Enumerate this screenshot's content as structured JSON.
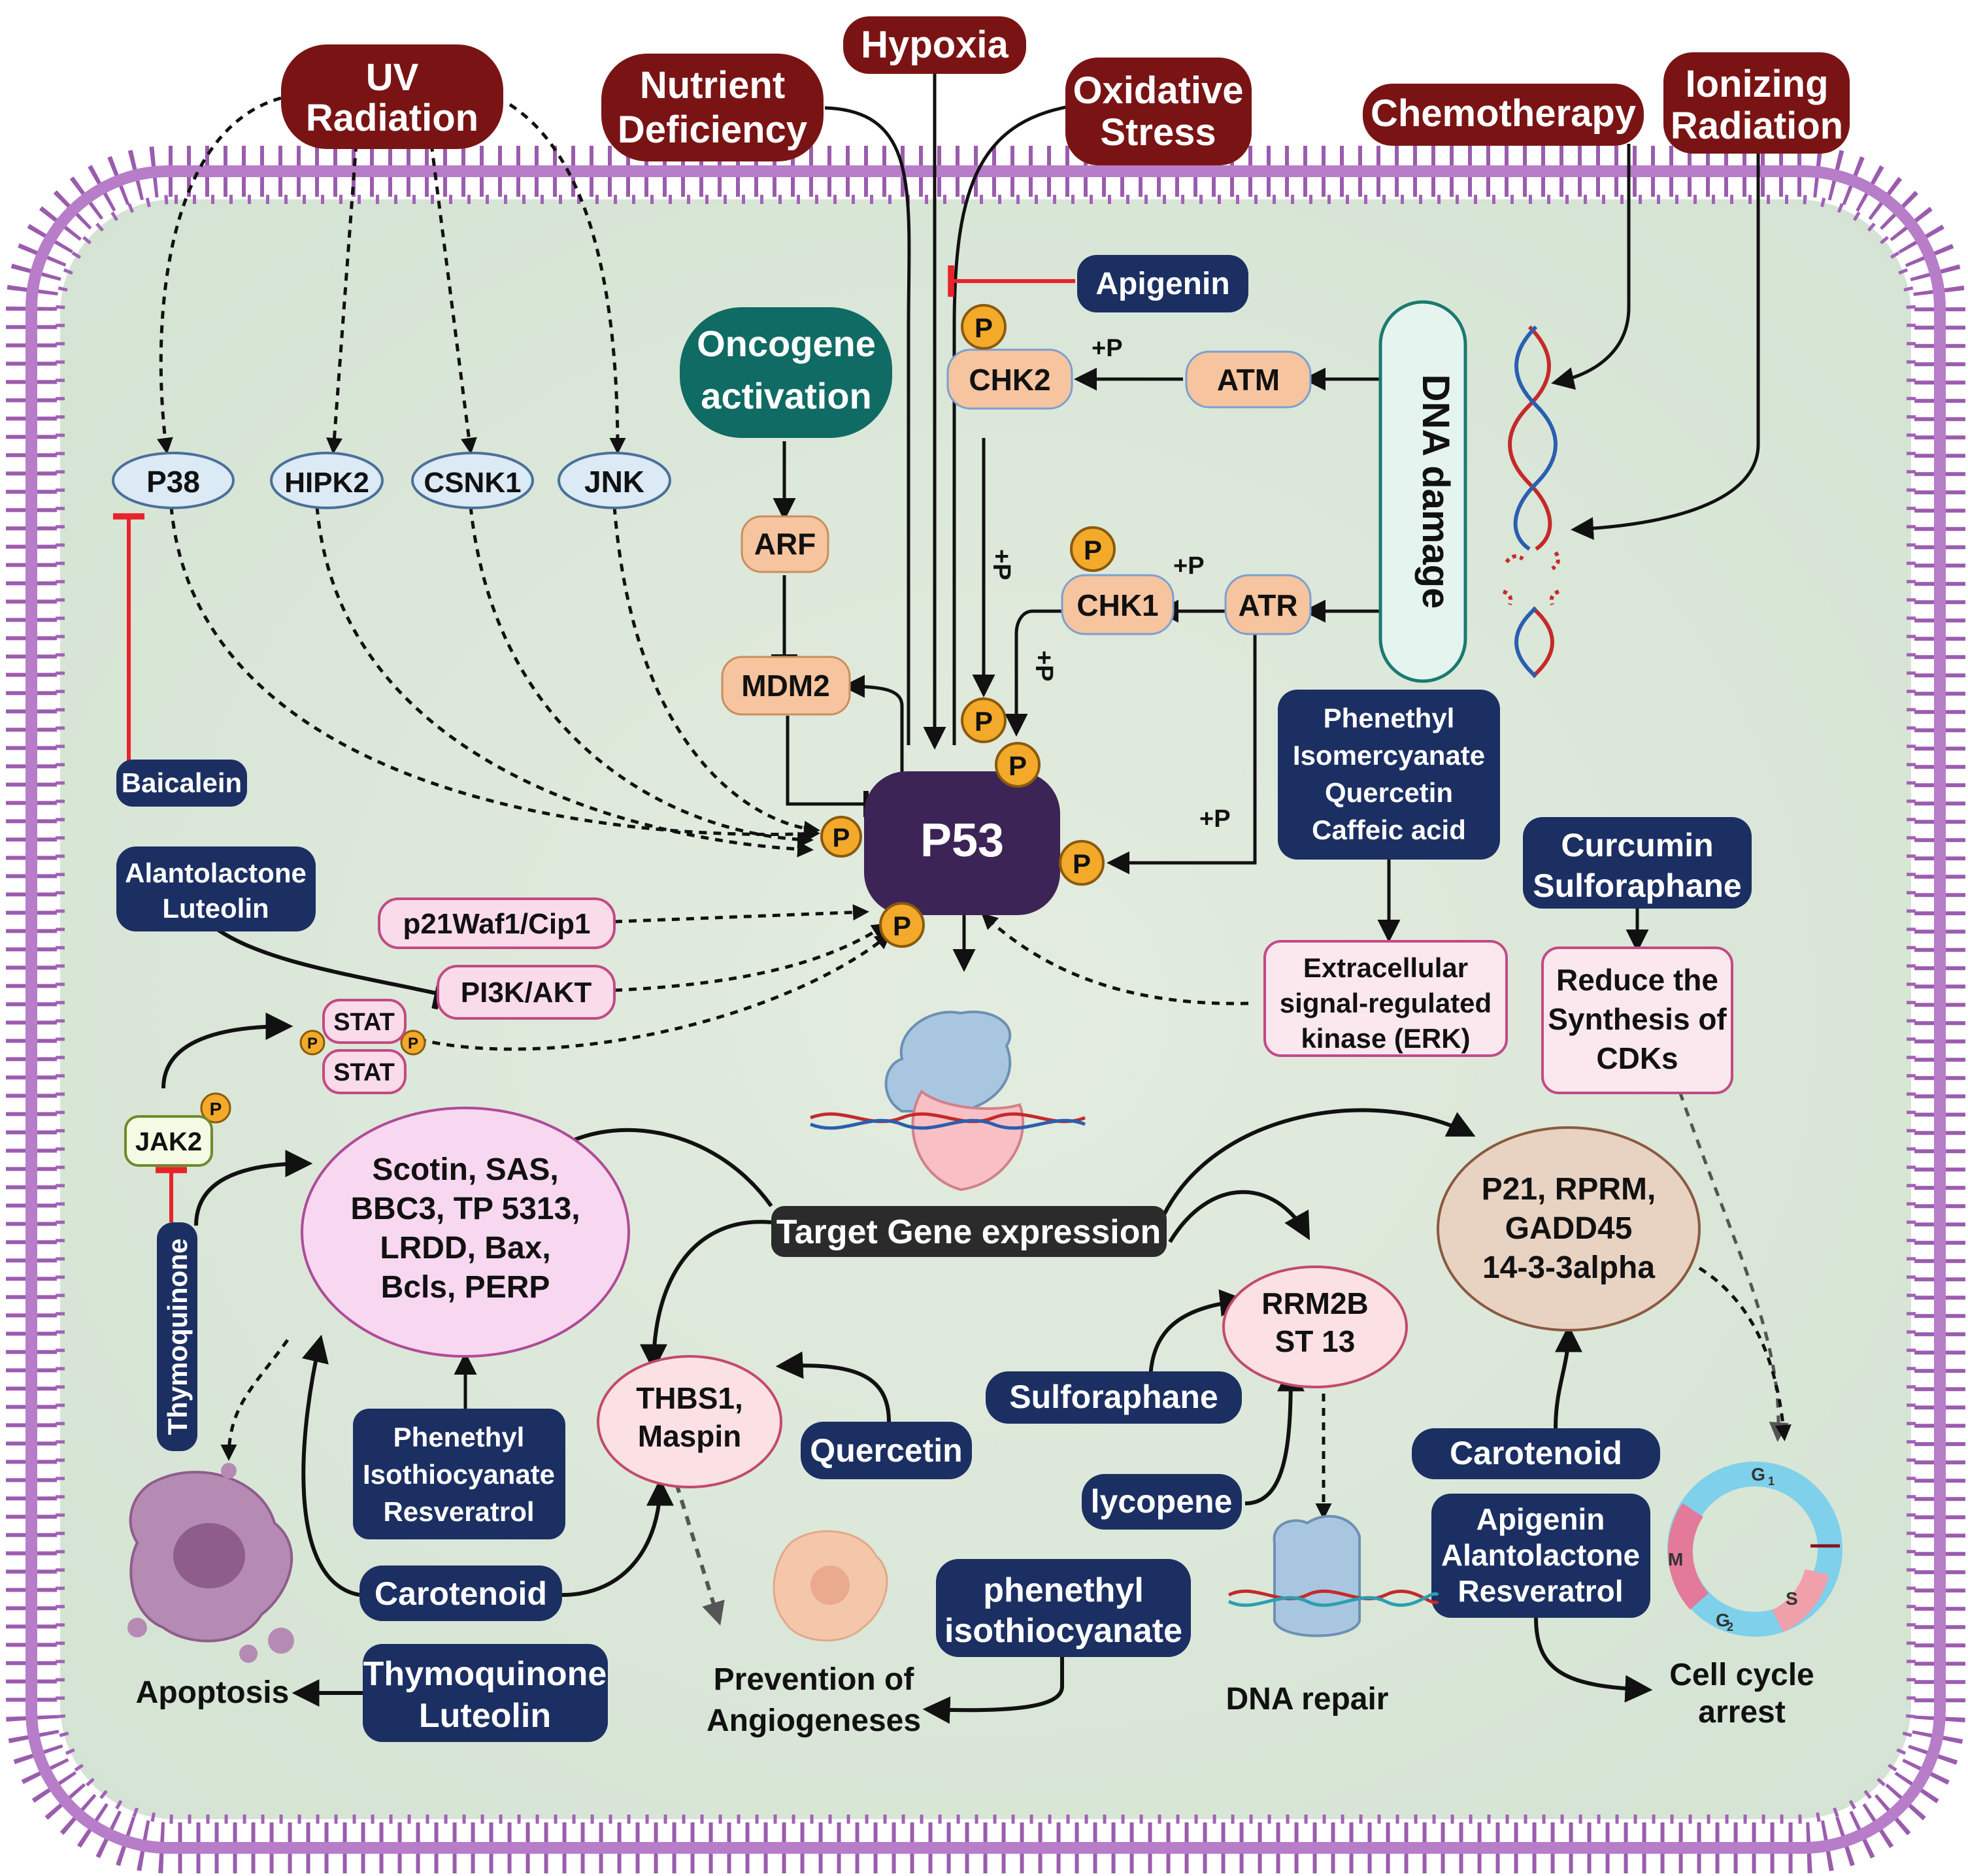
{
  "stressors": {
    "uv": [
      "UV",
      "Radiation"
    ],
    "nutrient": [
      "Nutrient",
      "Deficiency"
    ],
    "hypoxia": "Hypoxia",
    "oxidative": [
      "Oxidative",
      "Stress"
    ],
    "chemo": "Chemotherapy",
    "ionizing": [
      "Ionizing",
      "Radiation"
    ]
  },
  "kinases": {
    "p38": "P38",
    "hipk2": "HIPK2",
    "csnk1": "CSNK1",
    "jnk": "JNK"
  },
  "oncogene": [
    "Oncogene",
    "activation"
  ],
  "arf": "ARF",
  "mdm2": "MDM2",
  "p53": "P53",
  "phospho": "P",
  "plus_p": "+P",
  "chk2": "CHK2",
  "chk1": "CHK1",
  "atm": "ATM",
  "atr": "ATR",
  "dna_damage": "DNA damage",
  "compounds": {
    "apigenin": "Apigenin",
    "baicalein": "Baicalein",
    "alantolactone_luteolin": [
      "Alantolactone",
      "Luteolin"
    ],
    "pei_quercetin_caffeic": [
      "Phenethyl",
      "Isomercyanate",
      "Quercetin",
      "Caffeic acid"
    ],
    "curcumin_sulforaphane": [
      "Curcumin",
      "Sulforaphane"
    ],
    "thymoquinone_vertical": "Thymoquinone",
    "peitc_resveratrol": [
      "Phenethyl",
      "Isothiocyanate",
      "Resveratrol"
    ],
    "carotenoid": "Carotenoid",
    "thymoquinone_luteolin": [
      "Thymoquinone",
      "Luteolin"
    ],
    "quercetin": "Quercetin",
    "peitc": [
      "phenethyl",
      "isothiocyanate"
    ],
    "sulforaphane": "Sulforaphane",
    "lycopene": "lycopene",
    "apigenin_alantolactone_resveratrol": [
      "Apigenin",
      "Alantolactone",
      "Resveratrol"
    ]
  },
  "p21waf": "p21Waf1/Cip1",
  "pi3k": "PI3K/AKT",
  "stat": "STAT",
  "jak2": "JAK2",
  "erk": [
    "Extracellular",
    "signal-regulated",
    "kinase (ERK)"
  ],
  "reduce_cdks": [
    "Reduce the",
    "Synthesis of",
    "CDKs"
  ],
  "target_gene": "Target Gene expression",
  "apoptosis_genes": [
    "Scotin, SAS,",
    "BBC3, TP 5313,",
    "LRDD, Bax,",
    "Bcls, PERP"
  ],
  "thbs1": [
    "THBS1,",
    "Maspin"
  ],
  "rrm2b": [
    "RRM2B",
    "ST 13"
  ],
  "p21_genes": [
    "P21, RPRM,",
    "GADD45",
    "14-3-3alpha"
  ],
  "outcomes": {
    "apoptosis": "Apoptosis",
    "angiogenesis": [
      "Prevention of",
      "Angiogeneses"
    ],
    "dna_repair": "DNA repair",
    "cell_cycle": [
      "Cell cycle",
      "arrest"
    ]
  },
  "cell_cycle_phases": {
    "g1": "G",
    "g1_sub": "1",
    "s": "S",
    "g2": "G",
    "g2_sub": "2",
    "m": "M"
  },
  "colors": {
    "stressor_red": "#7a1414",
    "compound_navy": "#1b2f63",
    "membrane": "#9b5cae",
    "cytoplasm": "#dce8da",
    "p53_purple": "#3c2457",
    "oncogene_teal": "#0f6b63",
    "kinase_peach": "#f6c49e",
    "phospho_orange": "#f3a92a",
    "inhibit_red": "#e8232a"
  }
}
